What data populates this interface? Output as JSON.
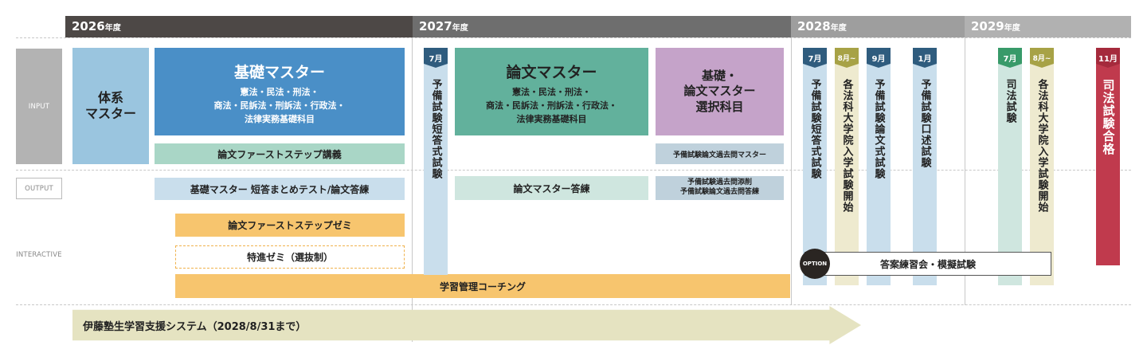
{
  "years": [
    {
      "label": "2026",
      "suffix": "年度",
      "color": "#4d4846"
    },
    {
      "label": "2027",
      "suffix": "年度",
      "color": "#6e6e6e"
    },
    {
      "label": "2028",
      "suffix": "年度",
      "color": "#9e9e9e"
    },
    {
      "label": "2029",
      "suffix": "年度",
      "color": "#b1b1b1"
    }
  ],
  "rows": {
    "input": "INPUT",
    "output": "OUTPUT",
    "interactive": "INTERACTIVE"
  },
  "blocks": {
    "taikei": "体系\nマスター",
    "kiso": {
      "title": "基礎マスター",
      "sub": "憲法・民法・刑法・\n商法・民訴法・刑訴法・行政法・\n法律実務基礎科目"
    },
    "ronbun_first_kogi": "論文ファーストステップ講義",
    "ronbun": {
      "title": "論文マスター",
      "sub": "憲法・民法・刑法・\n商法・民訴法・刑訴法・行政法・\n法律実務基礎科目"
    },
    "kiso_sentaku": "基礎・\n論文マスター\n選択科目",
    "kako_master": "予備試験論文過去問マスター",
    "kiso_toren": "基礎マスター 短答まとめテスト/論文答練",
    "ronbun_toren": "論文マスター答練",
    "kako_tensaku": "予備試験過去問添削\n予備試験論文過去問答練",
    "ronbun_first_zemi": "論文ファーストステップゼミ",
    "tokushin_zemi": "特進ゼミ（選抜制）",
    "coaching": "学習管理コーチング",
    "option_badge": "OPTION",
    "option_label": "答案練習会・模擬試験",
    "system": "伊藤塾生学習支援システム（2028/8/31まで）"
  },
  "milestones": {
    "m2027_1": {
      "month": "7月",
      "text": "予備試験短答式試験"
    },
    "m2028_1": {
      "month": "7月",
      "text": "予備試験短答式試験"
    },
    "m2028_2": {
      "month": "8月~",
      "text": "各法科大学院入学試験開始"
    },
    "m2028_3": {
      "month": "9月",
      "text": "予備試験論文式試験"
    },
    "m2028_4": {
      "month": "1月",
      "text": "予備試験口述試験"
    },
    "m2029_1": {
      "month": "7月",
      "text": "司法試験"
    },
    "m2029_2": {
      "month": "8月~",
      "text": "各法科大学院入学試験開始"
    },
    "m2029_3": {
      "month": "11月",
      "text": "司法試験合格"
    }
  },
  "colors": {
    "blue_light": "#9ac5df",
    "blue": "#4a8fc7",
    "teal": "#62b19c",
    "purple": "#c5a3c9",
    "mint": "#a9d6c6",
    "pale_blue": "#c9deec",
    "pale_mint": "#cfe6df",
    "gray_blue": "#bfd1dc",
    "orange": "#f7c56e",
    "navy": "#2f5c7e",
    "olive": "#a7a246",
    "green": "#389a69",
    "red": "#c03a4d",
    "cream": "#eeeacf",
    "olive_arrow": "#e5e3c1"
  }
}
